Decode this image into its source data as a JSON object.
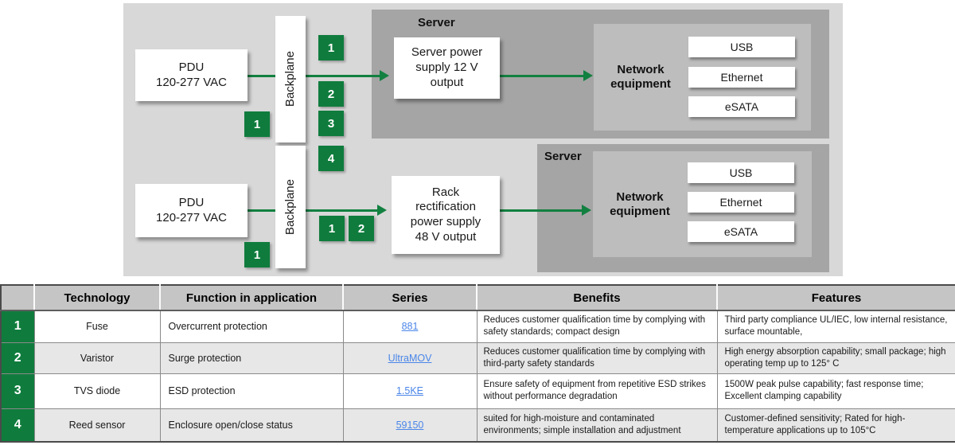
{
  "diagram": {
    "pdu_lines": [
      "PDU",
      "120-277 VAC"
    ],
    "backplane_label": "Backplane",
    "server_label": "Server",
    "network_label_lines": [
      "Network",
      "equipment"
    ],
    "ports": [
      "USB",
      "Ethernet",
      "eSATA"
    ],
    "psu_server_lines": [
      "Server power",
      "supply 12 V",
      "output"
    ],
    "psu_rack_lines": [
      "Rack",
      "rectification",
      "power supply",
      "48 V output"
    ],
    "badges": {
      "top_stack": [
        "1",
        "2",
        "3"
      ],
      "top_side": "1",
      "mid": "4",
      "bottom_pair": [
        "1",
        "2"
      ],
      "bottom_side": "1"
    }
  },
  "table": {
    "headers": {
      "technology": "Technology",
      "function": "Function in application",
      "series": "Series",
      "benefits": "Benefits",
      "features": "Features"
    },
    "rows": [
      {
        "num": "1",
        "technology": "Fuse",
        "function": "Overcurrent protection",
        "series": "881",
        "benefits": "Reduces customer qualification time by complying with safety standards; compact design",
        "features": "Third party compliance UL/IEC, low internal resistance, surface mountable,"
      },
      {
        "num": "2",
        "technology": "Varistor",
        "function": "Surge protection",
        "series": "UltraMOV",
        "benefits": "Reduces customer qualification time by complying with third-party safety standards",
        "features": "High energy absorption capability; small package; high operating temp up to 125° C"
      },
      {
        "num": "3",
        "technology": "TVS diode",
        "function": "ESD protection",
        "series": "1.5KE",
        "benefits": "Ensure safety of equipment from repetitive ESD strikes  without performance degradation",
        "features": "1500W peak pulse capability; fast response time; Excellent clamping capability"
      },
      {
        "num": "4",
        "technology": "Reed sensor",
        "function": "Enclosure open/close status",
        "series": "59150",
        "benefits": "suited for high-moisture and contaminated environments; simple installation and adjustment",
        "features": "Customer-defined sensitivity; Rated for high-temperature applications up to 105°C"
      }
    ]
  },
  "colors": {
    "accent_green": "#0f7c3d",
    "arrow_green": "#128040",
    "link_blue": "#4a86e8",
    "diagram_bg": "#d8d8d8",
    "server_panel": "#a5a5a5",
    "network_panel": "#bdbdbd",
    "table_header_bg": "#c5c5c5",
    "alt_row_bg": "#e7e7e7"
  }
}
